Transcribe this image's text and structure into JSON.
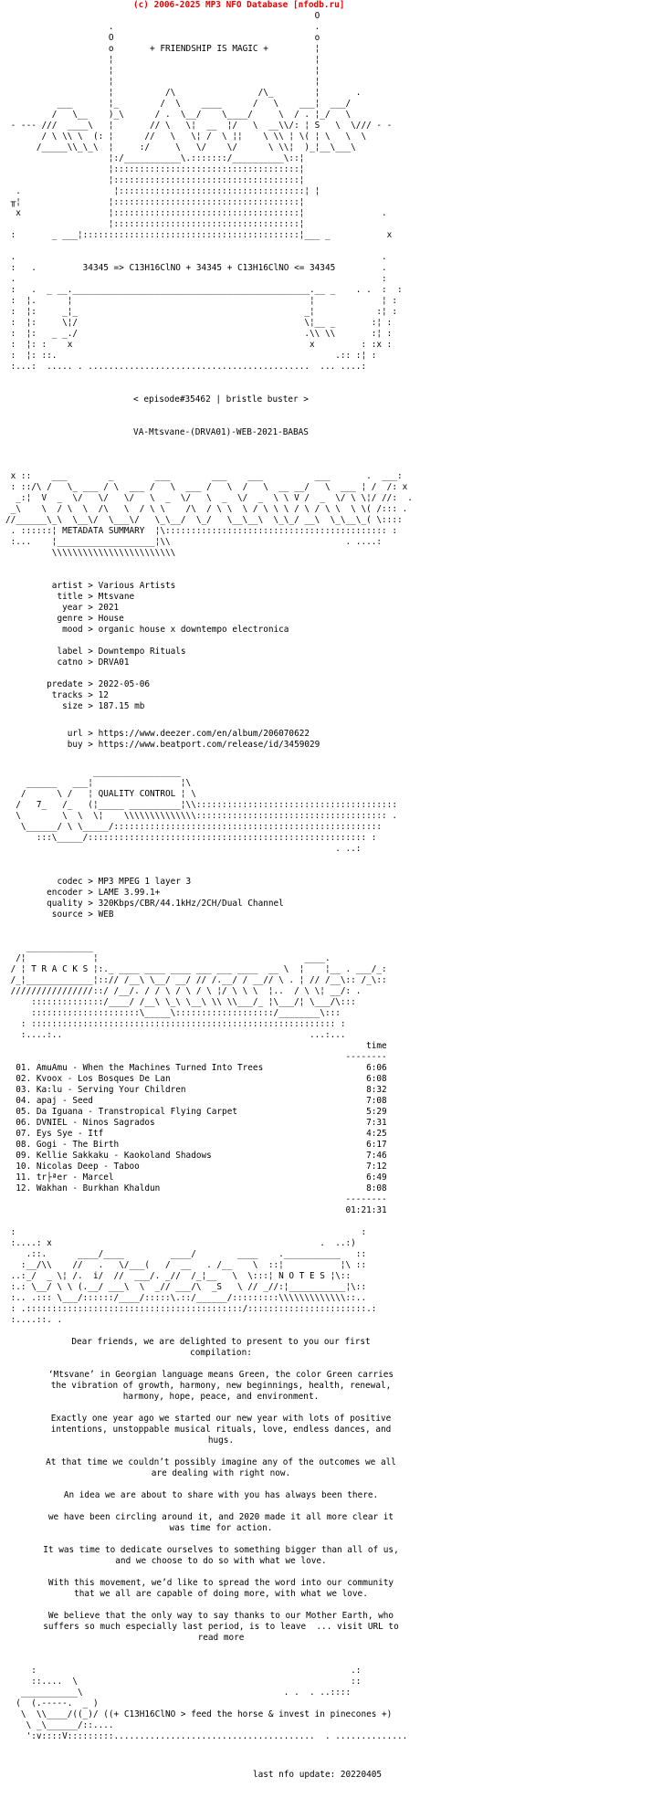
{
  "header": {
    "copyright": "(c) 2006-2025 MP3 NFO Database [nfodb.ru]",
    "accent_color": "#e80000"
  },
  "art": {
    "top": [
      "                                                            O",
      "                    .                                       .",
      "                    O                                       o",
      "                    o       + FRIENDSHIP IS MAGIC +         ¦",
      "                    ¦                                       ¦",
      "                    ¦                                       ¦",
      "                    ¦                                       ¦",
      "                    ¦          /\\                /\\_        ¦       .",
      "          ___       ¦_        /  \\    ____      /   \\    ___¦  ___/",
      "         /   \\__    )_\\      / .  \\__/    \\____/     \\  / . ¦_/   \\",
      " - --- ///  ____\\   ¦       // \\   \\¦  __  ¦/   \\  __\\\\/: ¦ S   \\  \\/// - -",
      "       / \\ \\\\ \\  (: ¦      //   \\   \\¦ /  \\ ¦¦    \\ \\\\ ¦ \\( ¦ \\   \\  \\",
      "      /_____\\\\_\\_\\  ¦     :/     \\   \\/    \\/      \\ \\\\¦  )_¦__\\___\\",
      "                    ¦:/___________\\.:::::::/__________\\::¦",
      "                    ¦::::::::::::::::::::::::::::::::::::¦",
      "                    ¦::::::::::::::::::::::::::::::::::::¦",
      "  .                  ¦::::::::::::::::::::::::::::::::::::¦ ¦",
      " ╥¦                 ¦::::::::::::::::::::::::::::::::::::¦",
      "  x                 ¦::::::::::::::::::::::::::::::::::::¦               .",
      "                    ¦::::::::::::::::::::::::::::::::::::¦",
      " :       _ ___¦::::::::::::::::::::::::::::::::::::::::::¦___ _           x",
      "",
      " .                                                                       .",
      " :   .         34345 => C13H16ClNO + 34345 + C13H16ClNO <= 34345         .",
      " .                                                                       :",
      " :   .  _ __.______________________________________________.__ _    . .  :  :",
      " :  ¦.      ¦                                              ¦             ¦ :",
      " :  ¦:     _¦_                                            _¦            :¦ :",
      " :  ¦:     \\¦/                                            \\¦__ _       :¦ :",
      " :  ¦:   _ _./                                            .\\\\ \\\\       :¦ :",
      " :  ¦: :    x                                              x         : :x :",
      " :  ¦: ::.                                                      .:: :¦ :",
      " :...:  ..... . ...........................................  ... ....:"
    ],
    "metadata_banner": [
      " x ::    ___        _        ___        ___    ___          ___       .  ___:",
      " : ::/\\ /   \\_ ___ / \\  ___ /   \\  ___ /   \\  /   \\  __ __/   \\  ___ ¦ /  /: x",
      "  _:¦  V  _  \\/   \\/   \\/   \\  _  \\/   \\  _  \\/  _  \\ \\ V /  _  \\/ \\ \\¦/ //:  .",
      " _\\    \\  / \\  \\  /\\   \\  / \\ \\    /\\  / \\ \\  \\ / \\ \\ \\ / \\ / \\ \\  \\ \\( /::: .",
      "//______\\_\\  \\__\\/  \\___\\/   \\_\\__/  \\_/   \\__\\__\\  \\_\\_/ __\\  \\_\\__\\_( \\::::",
      " . ::::::¦ METADATA SUMMARY  ¦\\::::::::::::::::::::::::::::::::::::::::::: :",
      " :...    ¦___________________¦\\\\                                  . ....:",
      "         \\\\\\\\\\\\\\\\\\\\\\\\\\\\\\\\\\\\\\\\\\\\\\\\"
    ],
    "quality_banner": [
      "                 _________________",
      "    ______   ___¦                 ¦\\",
      "   /      \\ /   ¦ QUALITY CONTROL ¦ \\",
      "  /   7_   /_   (¦_____ __________¦\\\\:::::::::::::::::::::::::::::::::::::::",
      "  \\        \\  \\  \\¦    \\\\\\\\\\\\\\\\\\\\\\\\\\\\::::::::::::::::::::::::::::::::::::: .",
      "   \\______/ \\ \\_____/::::::::::::::::::::::::::::::::::::::::::::::::::::",
      "      :::\\_____/:::::::::::::::::::::::::::::::::::::::::::::::::::::: :",
      "                                                                . ..:"
    ],
    "tracks_banner": [
      "    _____________",
      "  /¦             ¦                                        ____.",
      " / ¦ T R A C K S ¦:._ ____ ____ ____ ___ ___ ____  __ \\  ¦    ¦__ . ___/_:",
      " /_¦_____________¦::// /__\\ \\__/ __/ // /.__/ / __// \\ . ¦ // /__\\:: /_\\::",
      " ////////////////::/ /__/. / / \\ / \\ / \\ ¦/ \\ \\ \\  ¦..  / \\ \\¦ __/: .",
      "     ::::::::::::::/____/ /__\\ \\_\\ \\__\\ \\\\ \\\\___/_ ¦\\___/¦ \\___/\\:::",
      "     :::::::::::::::::::::\\_____\\:::::::::::::::::::/________\\:::",
      "   : ::::::::::::::::::::::::::::::::::::::::::::::::::::::::::: :",
      "   :....:..                                                ...:..."
    ],
    "notes_banner": [
      " :                                                                   :",
      " :....: x                                                    .  ..:)",
      "    .::.      ____/____         ____/        ____    .___________   ::",
      "   :__/\\\\    //   .   \\/___(   /  __   . /__    \\  ::¦           ¦\\ ::",
      " ..:_/  _ \\¦ /.  i/  //  ___/. _//  /_¦__   \\  \\:::¦ N O T E S ¦\\::",
      " :.: \\__/ \\ \\ (.__/ ___\\  \\  _// ___/\\  _S   \\ // _//:¦___________¦\\::",
      " :.. .::: \\___/::::::/____/:::::\\.::/______/:::::::::\\\\\\\\\\\\\\\\\\\\\\\\\\::..",
      " : .::::::::::::::::::::::::::::::::::::::::::/:::::::::::::::::::::::.:",
      " :....::. ."
    ],
    "footer_horse": [
      "     :                                                             .:",
      "     ::....  \\                                                     ::",
      "   ___________\\                                       . .  . ..::::",
      "  (  (.-----.  _ )",
      "   \\  \\\\____/((_)/ ((+ C13H16ClNO > feed the horse & invest in pinecones +)",
      "    \\ _\\______/::....",
      "    ':v::::V:::::::::.......................................  . .............."
    ]
  },
  "release": {
    "episode": "< episode#35462 | bristle buster >",
    "dirname": "VA-Mtsvane-(DRVA01)-WEB-2021-BABAS"
  },
  "metadata": {
    "groups": [
      [
        {
          "label": "artist",
          "value": "Various Artists"
        },
        {
          "label": "title",
          "value": "Mtsvane"
        },
        {
          "label": "year",
          "value": "2021"
        },
        {
          "label": "genre",
          "value": "House"
        },
        {
          "label": "mood",
          "value": "organic house x downtempo electronica"
        }
      ],
      [
        {
          "label": "label",
          "value": "Downtempo Rituals"
        },
        {
          "label": "catno",
          "value": "DRVA01"
        }
      ],
      [
        {
          "label": "predate",
          "value": "2022-05-06"
        },
        {
          "label": "tracks",
          "value": "12"
        },
        {
          "label": "size",
          "value": "187.15 mb"
        }
      ]
    ]
  },
  "links": {
    "groups": [
      [
        {
          "label": "url",
          "value": "https://www.deezer.com/en/album/206070622"
        },
        {
          "label": "buy",
          "value": "https://www.beatport.com/release/id/3459029"
        }
      ]
    ]
  },
  "quality": {
    "groups": [
      [
        {
          "label": "codec",
          "value": "MP3 MPEG 1 layer 3"
        },
        {
          "label": "encoder",
          "value": "LAME 3.99.1+"
        },
        {
          "label": "quality",
          "value": "320Kbps/CBR/44.1kHz/2CH/Dual Channel"
        },
        {
          "label": "source",
          "value": "WEB"
        }
      ]
    ]
  },
  "tracks": {
    "time_header": "time",
    "ruler": "--------",
    "items": [
      {
        "num": "01",
        "artist": "AmuAmu",
        "title": "When the Machines Turned Into Trees",
        "time": "6:06"
      },
      {
        "num": "02",
        "artist": "Kvoox",
        "title": "Los Bosques De Lan",
        "time": "6:08"
      },
      {
        "num": "03",
        "artist": "Ka:lu",
        "title": "Serving Your Children",
        "time": "8:32"
      },
      {
        "num": "04",
        "artist": "apaj",
        "title": "Seed",
        "time": "7:08"
      },
      {
        "num": "05",
        "artist": "Da Iguana",
        "title": "Transtropical Flying Carpet",
        "time": "5:29"
      },
      {
        "num": "06",
        "artist": "DVNIEL",
        "title": "Ninos Sagrados",
        "time": "7:31"
      },
      {
        "num": "07",
        "artist": "Eys Sye",
        "title": "Itf",
        "time": "4:25"
      },
      {
        "num": "08",
        "artist": "Gogi",
        "title": "The Birth",
        "time": "6:17"
      },
      {
        "num": "09",
        "artist": "Kellie Sakkaku",
        "title": "Kaokoland Shadows",
        "time": "7:46"
      },
      {
        "num": "10",
        "artist": "Nicolas Deep",
        "title": "Taboo",
        "time": "7:12"
      },
      {
        "num": "11",
        "artist": "tr├ªer",
        "title": "Marcel",
        "time": "6:49"
      },
      {
        "num": "12",
        "artist": "Wakhan",
        "title": "Burkhan Khaldun",
        "time": "8:08"
      }
    ],
    "total": "01:21:31"
  },
  "notes": {
    "lines": [
      "Dear friends, we are delighted to present to you our first",
      "compilation:",
      "",
      "‘Mtsvane’ in Georgian language means Green, the color Green carries",
      "the vibration of growth, harmony, new beginnings, health, renewal,",
      "harmony, hope, peace, and environment.",
      "",
      "Exactly one year ago we started our new year with lots of positive",
      "intentions, unstoppable musical rituals, love, endless dances, and",
      "hugs.",
      "",
      "At that time we couldn’t possibly imagine any of the outcomes we all",
      "are dealing with right now.",
      "",
      "An idea we are about to share with you has always been there.",
      "",
      "we have been circling around it, and 2020 made it all more clear it",
      "was time for action.",
      "",
      "It was time to dedicate ourselves to something bigger than all of us,",
      "and we choose to do so with what we love.",
      "",
      "With this movement, we’d like to spread the word into our community",
      "that we all are capable of doing more, with what we love.",
      "",
      "We believe that the only way to say thanks to our Mother Earth, who",
      "suffers so much especially last period, is to leave  ... visit URL to",
      "read more"
    ]
  },
  "footer": {
    "last_update": "last nfo update: 20220405"
  }
}
